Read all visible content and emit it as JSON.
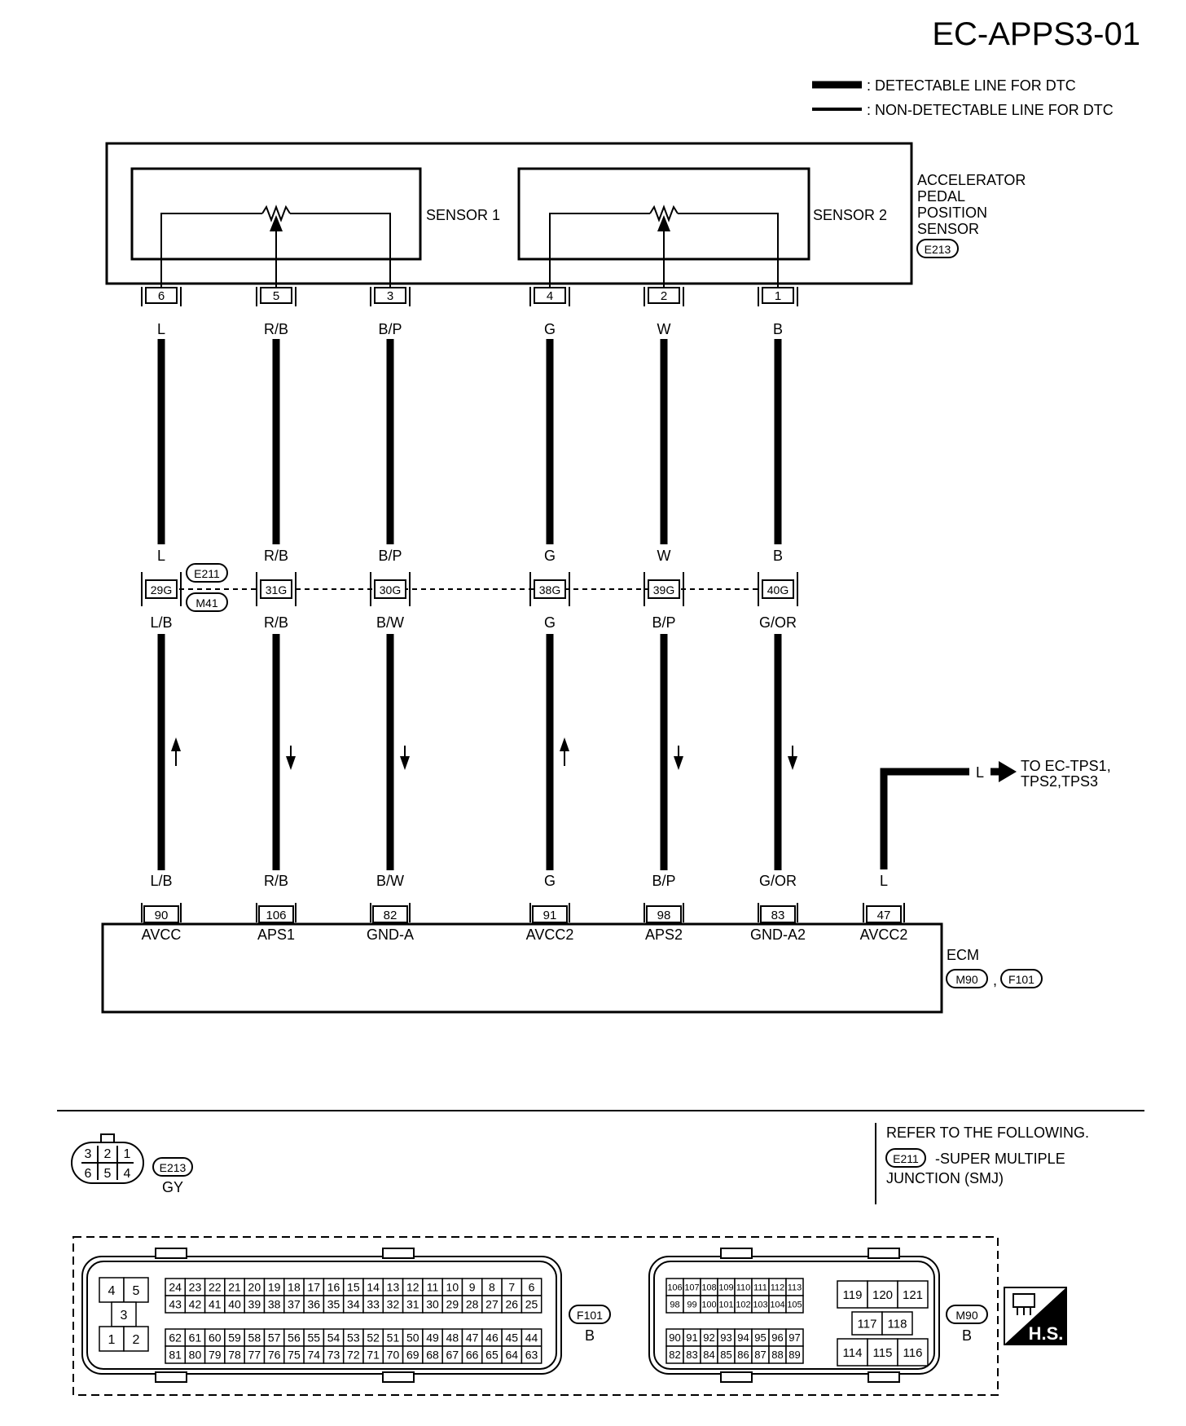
{
  "title": "EC-APPS3-01",
  "legend": {
    "detectable": ": DETECTABLE LINE FOR DTC",
    "non_detectable": ": NON-DETECTABLE LINE FOR DTC"
  },
  "component": {
    "name_lines": [
      "ACCELERATOR",
      "PEDAL",
      "POSITION",
      "SENSOR"
    ],
    "connector": "E213",
    "sensor1": "SENSOR 1",
    "sensor2": "SENSOR 2"
  },
  "joint_connectors": [
    "E211",
    "M41"
  ],
  "wires": [
    {
      "sensor_pin": "6",
      "upper_color": "L",
      "joint_pin": "29G",
      "lower_color": "L/B",
      "ecm_pin": "90",
      "ecm_label": "AVCC",
      "arrow": "up"
    },
    {
      "sensor_pin": "5",
      "upper_color": "R/B",
      "joint_pin": "31G",
      "lower_color": "R/B",
      "ecm_pin": "106",
      "ecm_label": "APS1",
      "arrow": "down"
    },
    {
      "sensor_pin": "3",
      "upper_color": "B/P",
      "joint_pin": "30G",
      "lower_color": "B/W",
      "ecm_pin": "82",
      "ecm_label": "GND-A",
      "arrow": "down"
    },
    {
      "sensor_pin": "4",
      "upper_color": "G",
      "joint_pin": "38G",
      "lower_color": "G",
      "ecm_pin": "91",
      "ecm_label": "AVCC2",
      "arrow": "up"
    },
    {
      "sensor_pin": "2",
      "upper_color": "W",
      "joint_pin": "39G",
      "lower_color": "B/P",
      "ecm_pin": "98",
      "ecm_label": "APS2",
      "arrow": "down"
    },
    {
      "sensor_pin": "1",
      "upper_color": "B",
      "joint_pin": "40G",
      "lower_color": "G/OR",
      "ecm_pin": "83",
      "ecm_label": "GND-A2",
      "arrow": "down"
    }
  ],
  "extra_wire": {
    "ecm_pin": "47",
    "ecm_label": "AVCC2",
    "color": "L",
    "to_lines": [
      "TO EC-TPS1,",
      "TPS2,TPS3"
    ]
  },
  "ecm": {
    "name": "ECM",
    "connectors": [
      "M90",
      "F101"
    ]
  },
  "e213_face": {
    "top": [
      "3",
      "2",
      "1"
    ],
    "bottom": [
      "6",
      "5",
      "4"
    ],
    "label": "E213",
    "color": "GY"
  },
  "refer": {
    "line1": "REFER TO THE FOLLOWING.",
    "connector": "E211",
    "line2": "-SUPER MULTIPLE",
    "line3": "JUNCTION (SMJ)"
  },
  "f101": {
    "label": "F101",
    "color": "B",
    "left_block": [
      "4",
      "5",
      "3",
      "1",
      "2"
    ],
    "row1": [
      "24",
      "23",
      "22",
      "21",
      "20",
      "19",
      "18",
      "17",
      "16",
      "15",
      "14",
      "13",
      "12",
      "11",
      "10",
      "9",
      "8",
      "7",
      "6"
    ],
    "row2": [
      "43",
      "42",
      "41",
      "40",
      "39",
      "38",
      "37",
      "36",
      "35",
      "34",
      "33",
      "32",
      "31",
      "30",
      "29",
      "28",
      "27",
      "26",
      "25"
    ],
    "row3": [
      "62",
      "61",
      "60",
      "59",
      "58",
      "57",
      "56",
      "55",
      "54",
      "53",
      "52",
      "51",
      "50",
      "49",
      "48",
      "47",
      "46",
      "45",
      "44"
    ],
    "row4": [
      "81",
      "80",
      "79",
      "78",
      "77",
      "76",
      "75",
      "74",
      "73",
      "72",
      "71",
      "70",
      "69",
      "68",
      "67",
      "66",
      "65",
      "64",
      "63"
    ]
  },
  "m90": {
    "label": "M90",
    "color": "B",
    "row1": [
      "106",
      "107",
      "108",
      "109",
      "110",
      "111",
      "112",
      "113"
    ],
    "row2": [
      "98",
      "99",
      "100",
      "101",
      "102",
      "103",
      "104",
      "105"
    ],
    "row3": [
      "90",
      "91",
      "92",
      "93",
      "94",
      "95",
      "96",
      "97"
    ],
    "row4": [
      "82",
      "83",
      "84",
      "85",
      "86",
      "87",
      "88",
      "89"
    ],
    "right_top": [
      "119",
      "120",
      "121"
    ],
    "right_mid": [
      "117",
      "118"
    ],
    "right_bot": [
      "114",
      "115",
      "116"
    ]
  },
  "hs_badge": "H.S."
}
